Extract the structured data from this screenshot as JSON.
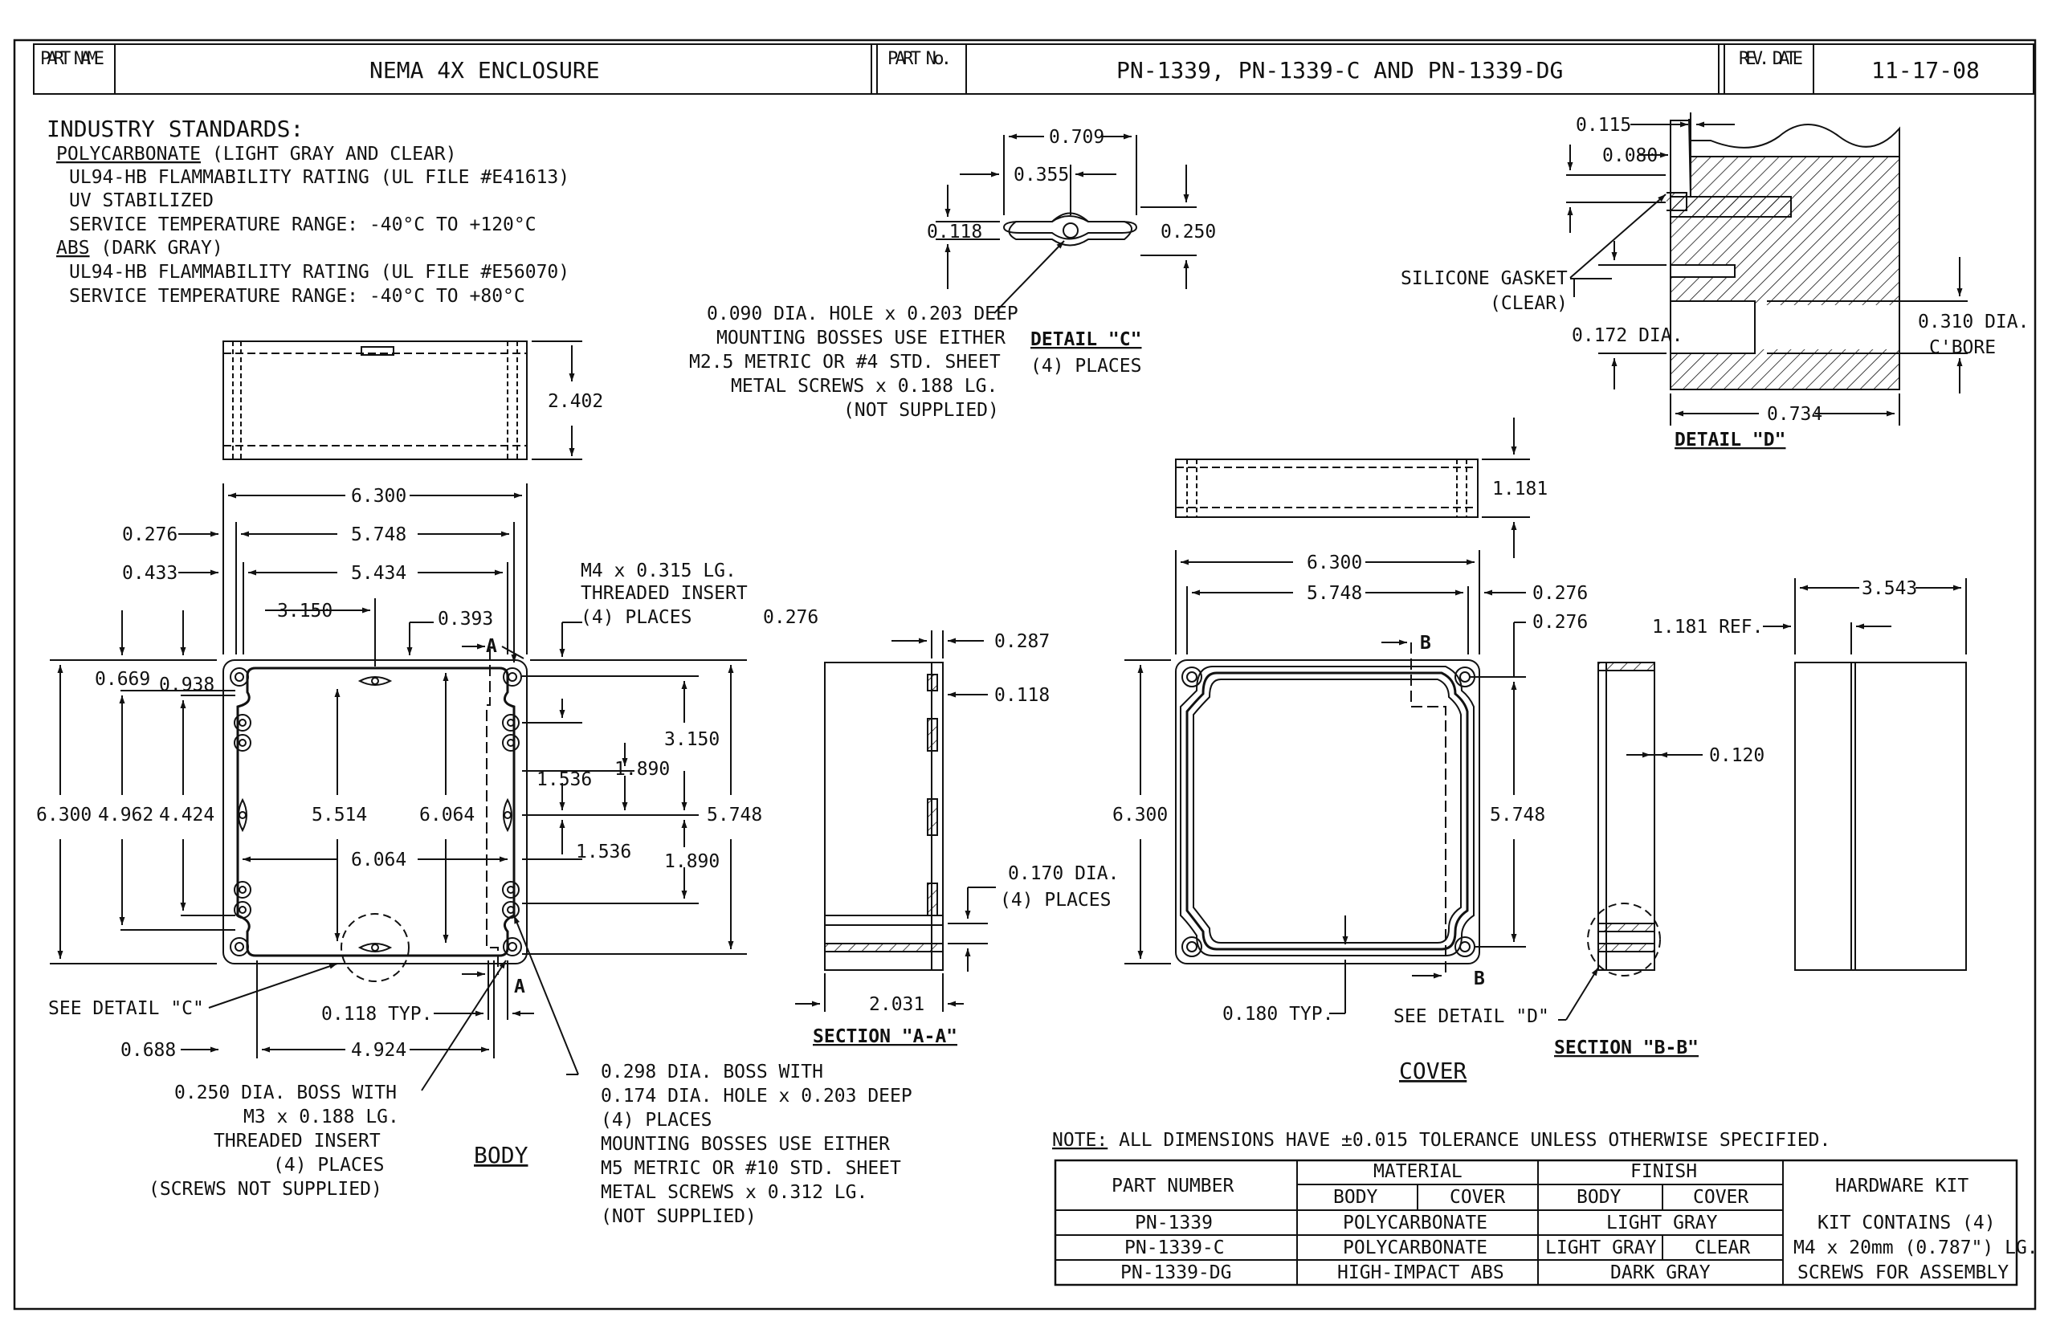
{
  "title_block": {
    "part_name_label": "PART NAME",
    "part_name": "NEMA 4X ENCLOSURE",
    "part_no_label": "PART No.",
    "part_no": "PN-1339, PN-1339-C AND PN-1339-DG",
    "rev_date_label": "REV. DATE",
    "rev_date": "11-17-08"
  },
  "standards": {
    "heading": "INDUSTRY STANDARDS:",
    "polycarbonate": "POLYCARBONATE",
    "polycarbonate_note": " (LIGHT GRAY AND CLEAR)",
    "pc_lines": [
      "UL94-HB FLAMMABILITY RATING (UL FILE #E41613)",
      "UV STABILIZED",
      "SERVICE TEMPERATURE RANGE:  -40°C TO +120°C"
    ],
    "abs": "ABS",
    "abs_note": " (DARK GRAY)",
    "abs_lines": [
      "UL94-HB FLAMMABILITY RATING (UL FILE #E56070)",
      "SERVICE TEMPERATURE RANGE:  -40°C TO +80°C"
    ]
  },
  "detail_c": {
    "title": "DETAIL \"C\"",
    "places": "(4) PLACES",
    "dims": {
      "w1": "0.709",
      "w2": "0.355",
      "h1": "0.118",
      "h2": "0.250"
    },
    "note": [
      "0.090 DIA. HOLE x 0.203 DEEP",
      "MOUNTING BOSSES USE EITHER",
      "M2.5 METRIC OR #4 STD. SHEET",
      "METAL SCREWS x 0.188 LG.",
      "(NOT SUPPLIED)"
    ]
  },
  "detail_d": {
    "title": "DETAIL \"D\"",
    "dims": {
      "a": "0.115",
      "b": "0.080",
      "dia": "0.172 DIA.",
      "cbore1": "0.310 DIA.",
      "cbore2": "C'BORE",
      "w": "0.734"
    },
    "gasket": [
      "SILICONE GASKET",
      "(CLEAR)"
    ]
  },
  "body": {
    "label": "BODY",
    "side_height": "2.402",
    "dims": {
      "w6300": "6.300",
      "w5748": "5.748",
      "w5434": "5.434",
      "w3150": "3.150",
      "l276": "0.276",
      "l433": "0.433",
      "d393": "0.393",
      "r276": "0.276",
      "d669": "0.669",
      "d938": "0.938",
      "h6300": "6.300",
      "h4962": "4.962",
      "h4424": "4.424",
      "h5514": "5.514",
      "h6064": "6.064",
      "w6064": "6.064",
      "h3150": "3.150",
      "h1890a": "1.890",
      "h1536a": "1.536",
      "h1536b": "1.536",
      "h1890b": "1.890",
      "h5748": "5.748",
      "d688": "0.688",
      "w4924": "4.924",
      "typ118": "0.118 TYP."
    },
    "section_mark": "A",
    "insert_note": [
      "M4 x 0.315 LG.",
      "THREADED INSERT",
      "(4) PLACES"
    ],
    "see_detail_c": "SEE DETAIL \"C\"",
    "boss_note": [
      "0.250 DIA. BOSS WITH",
      "M3 x 0.188 LG.",
      "THREADED INSERT",
      "(4) PLACES",
      "(SCREWS NOT SUPPLIED)"
    ],
    "boss2_note": [
      "0.298 DIA. BOSS WITH",
      "0.174 DIA. HOLE x 0.203 DEEP",
      "(4) PLACES",
      "MOUNTING BOSSES USE EITHER",
      "M5 METRIC OR #10 STD. SHEET",
      "METAL SCREWS x 0.312 LG.",
      "(NOT SUPPLIED)"
    ]
  },
  "section_aa": {
    "title": "SECTION \"A-A\"",
    "dims": {
      "t287": "0.287",
      "t118": "0.118",
      "dia170": "0.170 DIA.",
      "places": "(4) PLACES",
      "w2031": "2.031"
    }
  },
  "cover": {
    "label": "COVER",
    "side_height": "1.181",
    "section_mark": "B",
    "dims": {
      "w6300": "6.300",
      "w5748": "5.748",
      "r276a": "0.276",
      "r276b": "0.276",
      "h6300": "6.300",
      "h5748": "5.748",
      "typ180": "0.180 TYP."
    },
    "see_detail_d": "SEE DETAIL \"D\""
  },
  "section_bb": {
    "title": "SECTION \"B-B\"",
    "dims": {
      "t120": "0.120",
      "ref1181": "1.181 REF.",
      "w3543": "3.543"
    }
  },
  "note": {
    "label": "NOTE:",
    "text": " ALL DIMENSIONS HAVE ±0.015 TOLERANCE UNLESS OTHERWISE SPECIFIED."
  },
  "table": {
    "h_part": "PART NUMBER",
    "h_material": "MATERIAL",
    "h_finish": "FINISH",
    "h_hardware": "HARDWARE KIT",
    "h_body": "BODY",
    "h_cover": "COVER",
    "rows": [
      {
        "part": "PN-1339",
        "material": "POLYCARBONATE",
        "finish": "LIGHT GRAY"
      },
      {
        "part": "PN-1339-C",
        "material": "POLYCARBONATE",
        "finish_body": "LIGHT GRAY",
        "finish_cover": "CLEAR"
      },
      {
        "part": "PN-1339-DG",
        "material": "HIGH-IMPACT ABS",
        "finish": "DARK GRAY"
      }
    ],
    "hardware": [
      "KIT CONTAINS (4)",
      "M4 x 20mm (0.787\") LG.",
      "SCREWS FOR ASSEMBLY"
    ]
  }
}
